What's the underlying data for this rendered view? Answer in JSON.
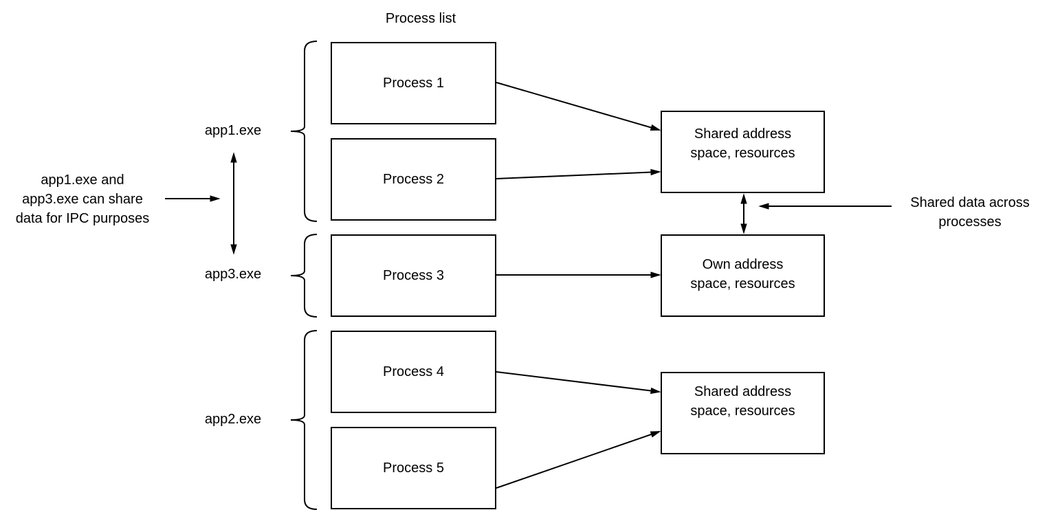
{
  "diagram": {
    "title": "Process list",
    "app_labels": {
      "app1": "app1.exe",
      "app3": "app3.exe",
      "app2": "app2.exe"
    },
    "processes": {
      "p1": "Process 1",
      "p2": "Process 2",
      "p3": "Process 3",
      "p4": "Process 4",
      "p5": "Process 5"
    },
    "memory_boxes": {
      "shared_top": {
        "line1": "Shared address",
        "line2": "space, resources"
      },
      "own": {
        "line1": "Own address",
        "line2": "space, resources"
      },
      "shared_bottom": {
        "line1": "Shared address",
        "line2": "space, resources"
      }
    },
    "notes": {
      "ipc": {
        "line1": "app1.exe and",
        "line2": "app3.exe can share",
        "line3": "data for IPC purposes"
      },
      "shared_data": {
        "line1": "Shared data across",
        "line2": "processes"
      }
    },
    "colors": {
      "stroke": "#000000",
      "fill": "#ffffff",
      "text": "#000000"
    }
  }
}
